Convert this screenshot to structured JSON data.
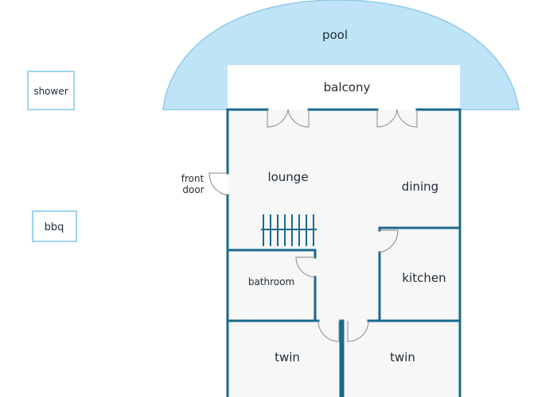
{
  "colors": {
    "wall": "#1a6a8c",
    "pool_fill": "#bfe3f7",
    "pool_stroke": "#8fcbe8",
    "box_stroke": "#9fd4ee",
    "floor": "#f7f7f7",
    "label": "#1f2a33",
    "door": "#8a8a8a"
  },
  "labels": {
    "pool": "pool",
    "balcony": "balcony",
    "shower": "shower",
    "bbq": "bbq",
    "lounge": "lounge",
    "dining": "dining",
    "front_door_line1": "front",
    "front_door_line2": "door",
    "bathroom": "bathroom",
    "kitchen": "kitchen",
    "twin_left": "twin",
    "twin_right": "twin"
  }
}
